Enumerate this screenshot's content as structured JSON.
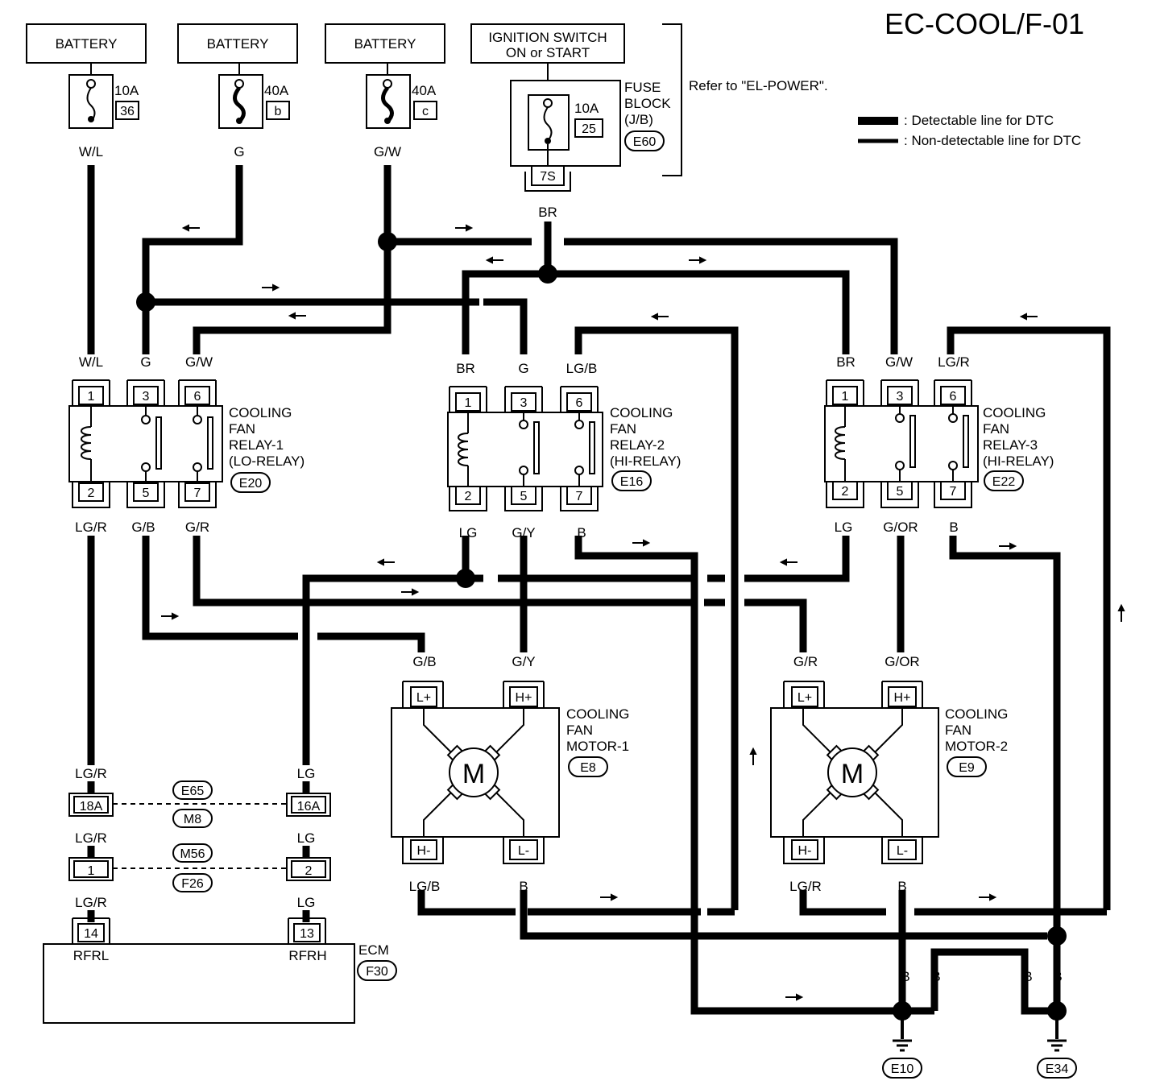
{
  "title": "EC-COOL/F-01",
  "refer_note": "Refer to \"EL-POWER\".",
  "legend": {
    "detectable": ": Detectable line for DTC",
    "non_detectable": ": Non-detectable line for DTC"
  },
  "batteries": [
    {
      "label": "BATTERY",
      "fuse": "10A",
      "fuse_id": "36",
      "wire": "W/L"
    },
    {
      "label": "BATTERY",
      "fuse": "40A",
      "fuse_id": "b",
      "wire": "G"
    },
    {
      "label": "BATTERY",
      "fuse": "40A",
      "fuse_id": "c",
      "wire": "G/W"
    }
  ],
  "ignition": {
    "line1": "IGNITION SWITCH",
    "line2": "ON or START",
    "fuse": "10A",
    "fuse_id": "25",
    "block_l1": "FUSE",
    "block_l2": "BLOCK",
    "block_l3": "(J/B)",
    "connector": "E60",
    "terminal": "7S",
    "wire": "BR"
  },
  "relays": [
    {
      "l1": "COOLING",
      "l2": "FAN",
      "l3": "RELAY-1",
      "l4": "(LO-RELAY)",
      "connector": "E20",
      "top_pins": [
        "1",
        "3",
        "6"
      ],
      "bottom_pins": [
        "2",
        "5",
        "7"
      ],
      "top_wires": [
        "W/L",
        "G",
        "G/W"
      ],
      "bottom_wires": [
        "LG/R",
        "G/B",
        "G/R"
      ]
    },
    {
      "l1": "COOLING",
      "l2": "FAN",
      "l3": "RELAY-2",
      "l4": "(HI-RELAY)",
      "connector": "E16",
      "top_pins": [
        "1",
        "3",
        "6"
      ],
      "bottom_pins": [
        "2",
        "5",
        "7"
      ],
      "top_wires": [
        "BR",
        "G",
        "LG/B"
      ],
      "bottom_wires": [
        "LG",
        "G/Y",
        "B"
      ]
    },
    {
      "l1": "COOLING",
      "l2": "FAN",
      "l3": "RELAY-3",
      "l4": "(HI-RELAY)",
      "connector": "E22",
      "top_pins": [
        "1",
        "3",
        "6"
      ],
      "bottom_pins": [
        "2",
        "5",
        "7"
      ],
      "top_wires": [
        "BR",
        "G/W",
        "LG/R"
      ],
      "bottom_wires": [
        "LG",
        "G/OR",
        "B"
      ]
    }
  ],
  "motors": [
    {
      "l1": "COOLING",
      "l2": "FAN",
      "l3": "MOTOR-1",
      "connector": "E8",
      "symbol": "M",
      "top_pins": [
        "L+",
        "H+"
      ],
      "bottom_pins": [
        "H-",
        "L-"
      ],
      "top_wires": [
        "G/B",
        "G/Y"
      ],
      "bottom_wires": [
        "LG/B",
        "B"
      ]
    },
    {
      "l1": "COOLING",
      "l2": "FAN",
      "l3": "MOTOR-2",
      "connector": "E9",
      "symbol": "M",
      "top_pins": [
        "L+",
        "H+"
      ],
      "bottom_pins": [
        "H-",
        "L-"
      ],
      "top_wires": [
        "G/R",
        "G/OR"
      ],
      "bottom_wires": [
        "LG/R",
        "B"
      ]
    }
  ],
  "harness": {
    "left_wire_a": "LG/R",
    "left_wire_b": "LG/R",
    "left_wire_c": "LG/R",
    "right_wire_a": "LG",
    "right_wire_b": "LG",
    "right_wire_c": "LG",
    "row1_left_pin": "18A",
    "row1_right_pin": "16A",
    "row1_conn_a": "E65",
    "row1_conn_b": "M8",
    "row2_left_pin": "1",
    "row2_right_pin": "2",
    "row2_conn_a": "M56",
    "row2_conn_b": "F26"
  },
  "ecm": {
    "label": "ECM",
    "connector": "F30",
    "pin_left": "14",
    "pin_right": "13",
    "term_left": "RFRL",
    "term_right": "RFRH"
  },
  "grounds": {
    "wire_b1": "B",
    "wire_b2": "B",
    "wire_b3": "B",
    "wire_b4": "B",
    "ground_left": "E10",
    "ground_right": "E34"
  }
}
